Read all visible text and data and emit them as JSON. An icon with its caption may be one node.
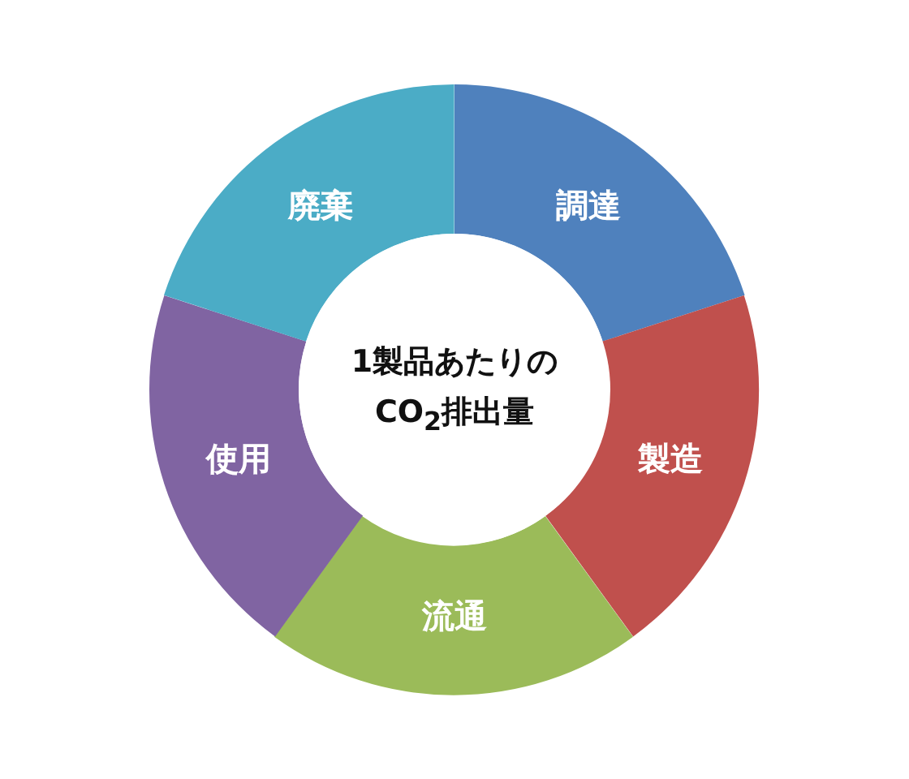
{
  "diagram": {
    "nodes": [
      {
        "text": [
          "1製品あたりのCO$_{2}$排出量"
        ]
      },
      {
        "text": [
          "調達"
        ]
      },
      {
        "text": [
          "製造"
        ]
      },
      {
        "text": [
          "流通"
        ]
      },
      {
        "text": [
          "使用"
        ]
      },
      {
        "text": [
          "廃棄"
        ]
      }
    ],
    "edges": []
  }
}
